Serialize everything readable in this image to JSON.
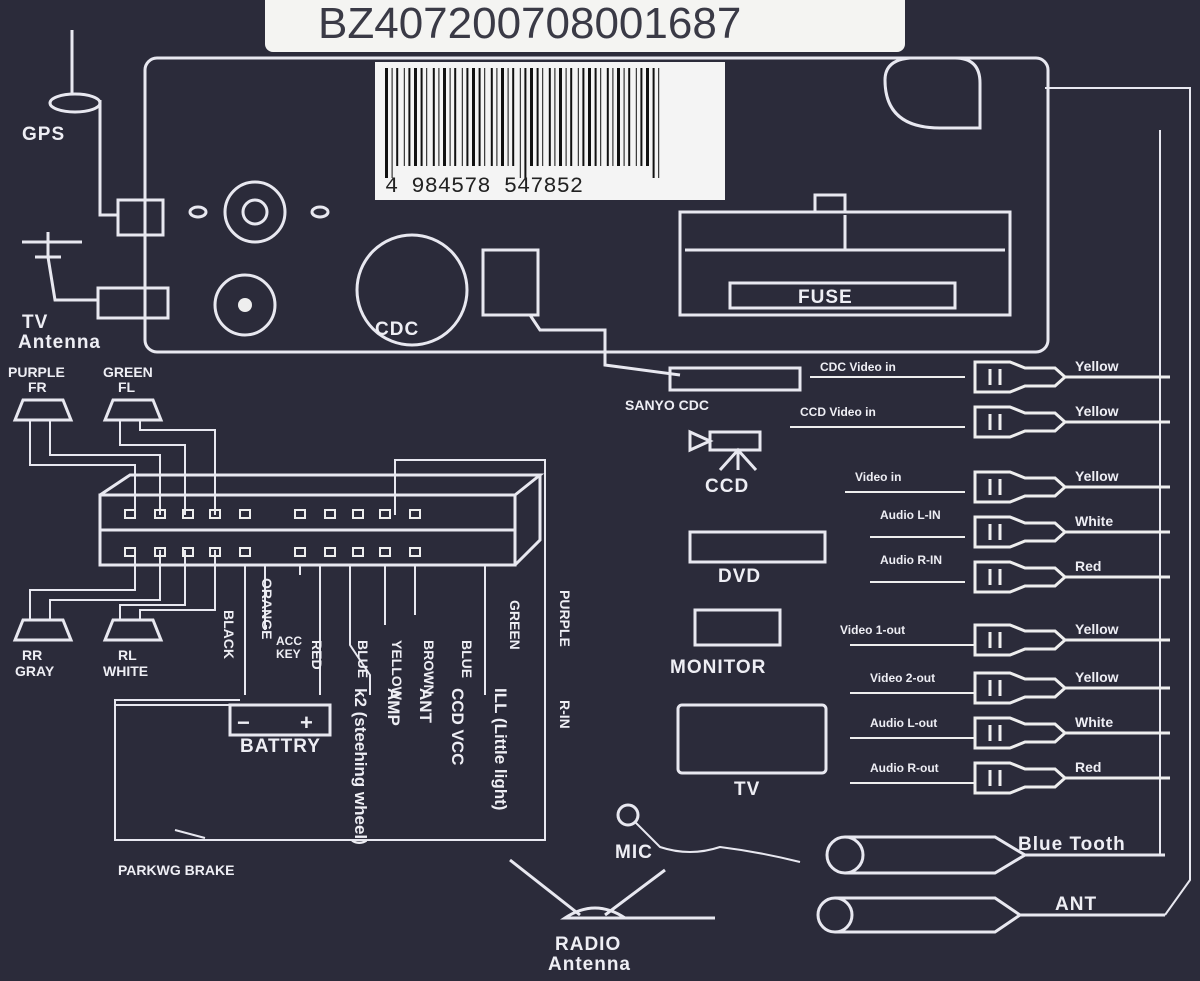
{
  "label": {
    "serial": "BZ407200708001687",
    "barcode_number": "4 984578 547852"
  },
  "head_unit": {
    "fuse": "FUSE",
    "cdc": "CDC"
  },
  "left": {
    "gps": "GPS",
    "tv_antenna_1": "TV",
    "tv_antenna_2": "Antenna",
    "speakers": {
      "fr_color": "PURPLE",
      "fr": "FR",
      "fl_color": "GREEN",
      "fl": "FL",
      "rr": "RR",
      "rr_color": "GRAY",
      "rl": "RL",
      "rl_color": "WHITE"
    }
  },
  "wires": {
    "black": "BLACK",
    "orange": "ORANGE",
    "acc": "ACC",
    "key": "KEY",
    "red": "RED",
    "blue1": "BLUE",
    "k2": "k2 (steehing wheel)",
    "yellow": "YELLOW",
    "amp": "AMP",
    "brown": "BROWN",
    "ant": "ANT",
    "blue2": "BLUE",
    "ccd_vcc": "CCD VCC",
    "green": "GREEN",
    "ill": "ILL (Little light)",
    "purple": "PURPLE",
    "r_in": "R-IN"
  },
  "battery": "BATTRY",
  "parking_brake": "PARKWG BRAKE",
  "devices": {
    "sanyo_cdc": "SANYO CDC",
    "ccd": "CCD",
    "dvd": "DVD",
    "monitor": "MONITOR",
    "tv": "TV",
    "mic": "MIC",
    "radio_1": "RADIO",
    "radio_2": "Antenna"
  },
  "signals": [
    "CDC Video in",
    "CCD Video in",
    "Video in",
    "Audio L-IN",
    "Audio R-IN",
    "Video 1-out",
    "Video 2-out",
    "Audio L-out",
    "Audio R-out"
  ],
  "rca_colors": [
    "Yellow",
    "Yellow",
    "Yellow",
    "White",
    "Red",
    "Yellow",
    "Yellow",
    "White",
    "Red"
  ],
  "bluetooth": "Blue Tooth",
  "ant": "ANT"
}
